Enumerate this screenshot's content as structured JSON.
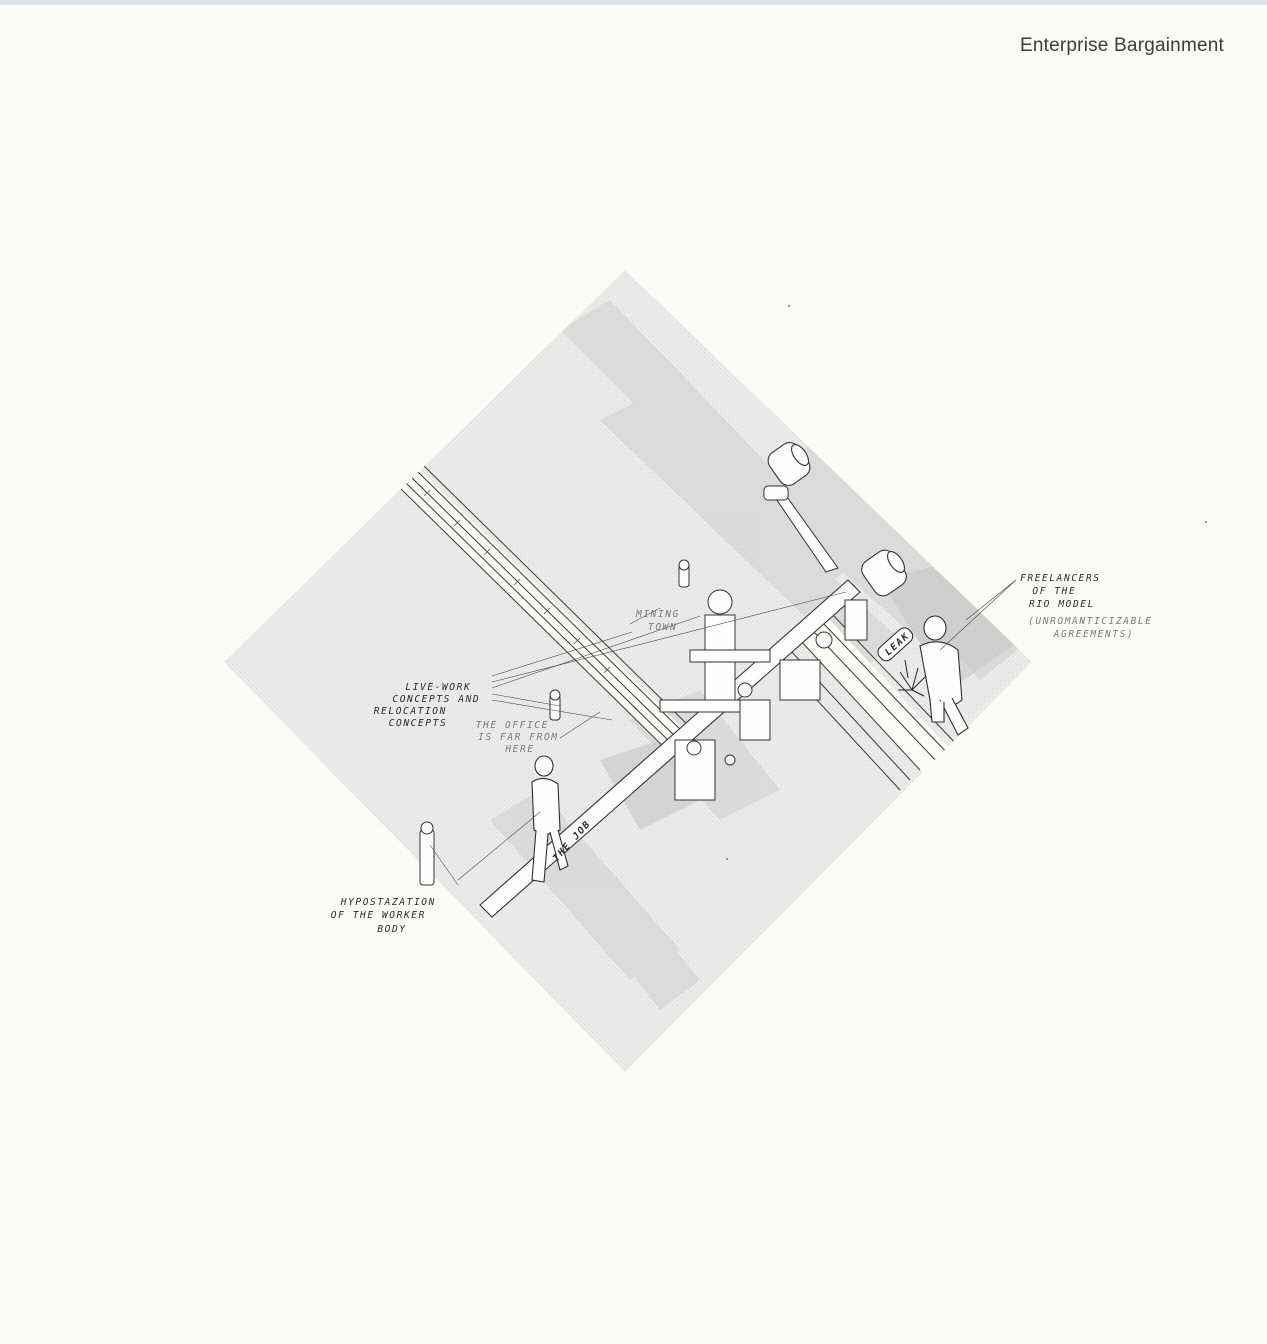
{
  "page": {
    "title": "Enterprise Bargainment"
  },
  "drawing": {
    "labels": {
      "mining_town": [
        "MINING",
        "TOWN"
      ],
      "live_work": [
        "LIVE-WORK",
        "CONCEPTS AND",
        "RELOCATION",
        "CONCEPTS"
      ],
      "office": [
        "THE OFFICE",
        "IS FAR FROM",
        "HERE"
      ],
      "the_job": "THE JOB",
      "hypostazation": [
        "HYPOSTAZATION",
        "OF THE WORKER",
        "BODY"
      ],
      "freelancers": [
        "FREELANCERS",
        "OF THE",
        "RIO MODEL"
      ],
      "unromanticizable": [
        "(UNROMANTICIZABLE",
        "AGREEMENTS)"
      ],
      "leak": "LEAK"
    }
  }
}
